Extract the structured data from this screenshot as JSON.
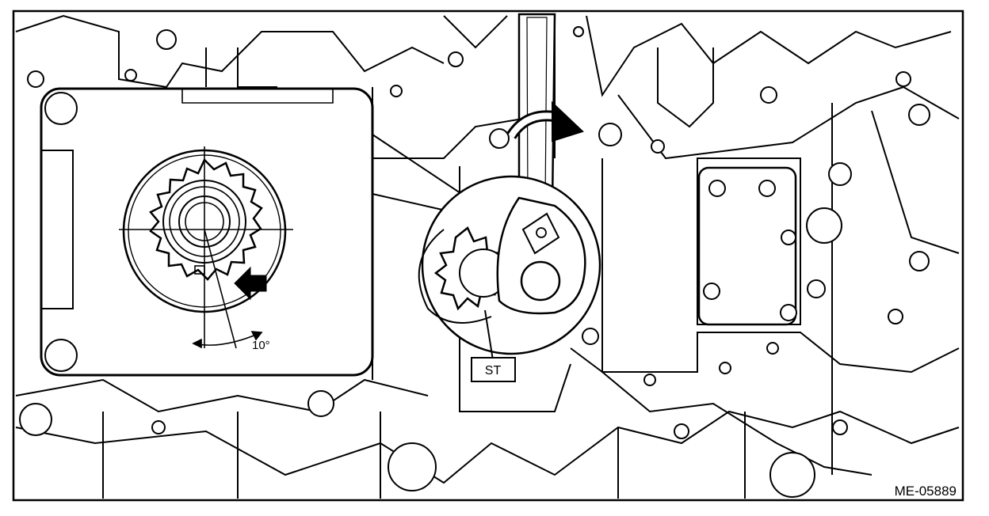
{
  "figure": {
    "tool_label": "ST",
    "angle_label": "10°",
    "figure_code": "ME-05889"
  },
  "colors": {
    "line": "#000000",
    "background": "#ffffff"
  },
  "icons": {
    "rotation_arrow": "curved-arrow-clockwise-icon",
    "pointer_arrow": "solid-arrow-left-icon"
  }
}
